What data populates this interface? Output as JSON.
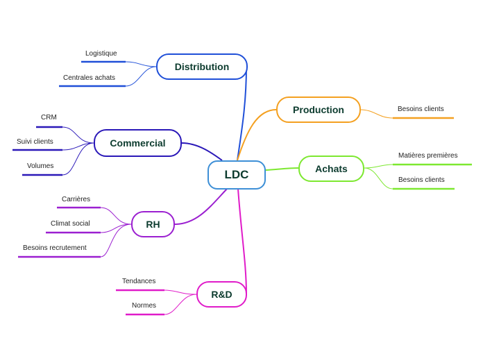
{
  "center": {
    "label": "LDC",
    "color": "#3d8fd6"
  },
  "branches": {
    "distribution": {
      "label": "Distribution",
      "color": "#1f4fd8",
      "leaves": [
        "Logistique",
        "Centrales achats"
      ]
    },
    "commercial": {
      "label": "Commercial",
      "color": "#2a18b8",
      "leaves": [
        "CRM",
        "Suivi clients",
        "Volumes"
      ]
    },
    "rh": {
      "label": "RH",
      "color": "#9b1fd0",
      "leaves": [
        "Carrières",
        "Climat social",
        "Besoins recrutement"
      ]
    },
    "rd": {
      "label": "R&D",
      "color": "#e01bc9",
      "leaves": [
        "Tendances",
        "Normes"
      ]
    },
    "production": {
      "label": "Production",
      "color": "#f4a020",
      "leaves": [
        "Besoins clients"
      ]
    },
    "achats": {
      "label": "Achats",
      "color": "#7de830",
      "leaves": [
        "Matières premières",
        "Besoins clients"
      ]
    }
  }
}
